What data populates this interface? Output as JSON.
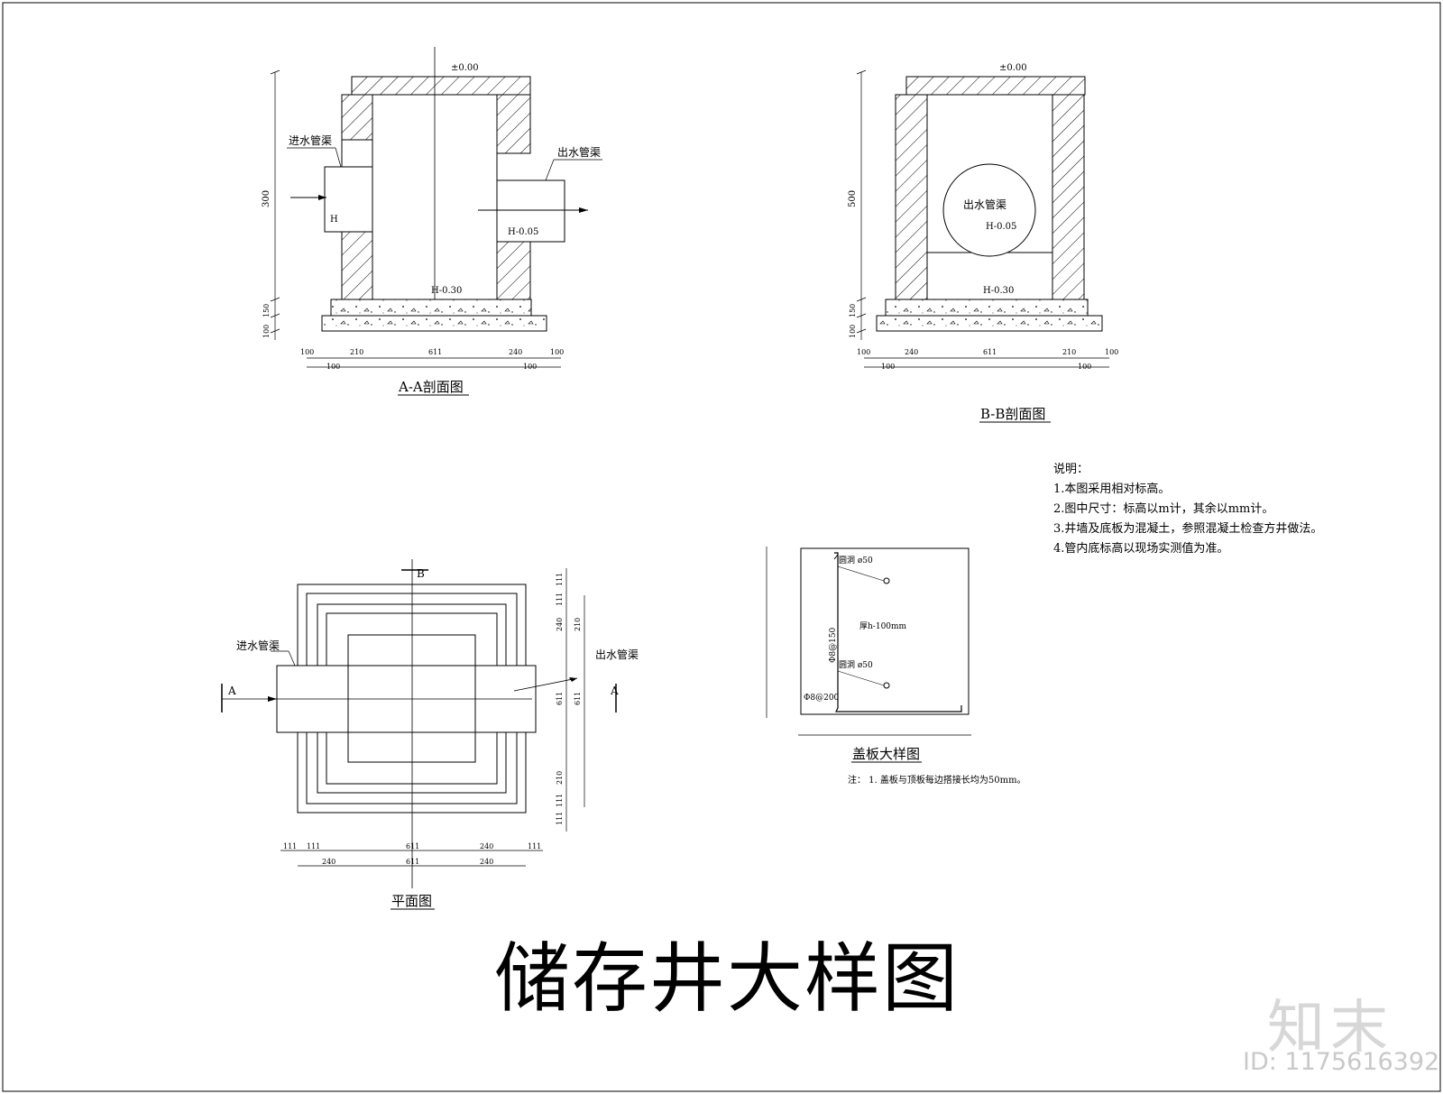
{
  "title": "储存井大样图",
  "sections": {
    "aa": {
      "caption": "A-A剖面图",
      "elev_top": "±0.00",
      "inlet": "进水管渠",
      "outlet": "出水管渠",
      "elev_outlet": "H-0.05",
      "elev_bottom": "H-0.30",
      "elev_inlet": "H",
      "dim_height": "300",
      "dim_base1": "150",
      "dim_base2": "100",
      "dims_bottom": [
        "100",
        "210",
        "611",
        "240",
        "100"
      ],
      "dims_bottom2": [
        "100",
        "100"
      ]
    },
    "bb": {
      "caption": "B-B剖面图",
      "elev_top": "±0.00",
      "outlet": "出水管渠",
      "elev_outlet": "H-0.05",
      "elev_bottom": "H-0.30",
      "dim_height": "500",
      "dim_base1": "150",
      "dim_base2": "100",
      "dims_bottom": [
        "100",
        "240",
        "611",
        "210",
        "100"
      ],
      "dims_bottom2": [
        "100",
        "100"
      ]
    }
  },
  "plan": {
    "caption": "平面图",
    "inlet": "进水管渠",
    "outlet": "出水管渠",
    "mark_a": "A",
    "mark_b": "B",
    "dims_right": [
      "111",
      "111",
      "240",
      "210",
      "611",
      "611",
      "210",
      "111",
      "111"
    ],
    "dims_bottom_top": [
      "111",
      "111",
      "611",
      "240",
      "111"
    ],
    "dims_bottom_low": [
      "240",
      "611",
      "240"
    ]
  },
  "cover": {
    "caption": "盖板大样图",
    "hole1": "圆洞 ø50",
    "hole2": "圆洞 ø50",
    "thickness": "厚h-100mm",
    "rebar_v": "Φ8@150",
    "rebar_h": "Φ8@200",
    "note": "注：  1. 盖板与顶板每边搭接长均为50mm。"
  },
  "notes": {
    "heading": "说明：",
    "items": [
      "1.本图采用相对标高。",
      "2.图中尺寸：标高以m计，其余以mm计。",
      "3.井墙及底板为混凝土，参照混凝土检查方井做法。",
      "4.管内底标高以现场实测值为准。"
    ]
  },
  "watermark": {
    "brand": "知末",
    "id": "ID: 1175616392"
  }
}
